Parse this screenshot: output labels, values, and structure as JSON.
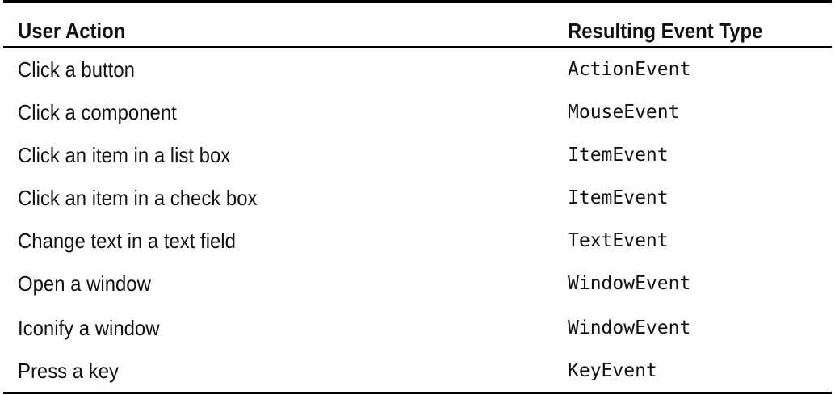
{
  "table": {
    "headers": {
      "action": "User Action",
      "event": "Resulting Event Type"
    },
    "rows": [
      {
        "action": "Click a button",
        "event": "ActionEvent"
      },
      {
        "action": "Click a component",
        "event": "MouseEvent"
      },
      {
        "action": "Click an item in a list box",
        "event": "ItemEvent"
      },
      {
        "action": "Click an item in a check box",
        "event": "ItemEvent"
      },
      {
        "action": "Change text in a text field",
        "event": "TextEvent"
      },
      {
        "action": "Open a window",
        "event": "WindowEvent"
      },
      {
        "action": "Iconify a window",
        "event": "WindowEvent"
      },
      {
        "action": "Press a key",
        "event": "KeyEvent"
      }
    ]
  }
}
